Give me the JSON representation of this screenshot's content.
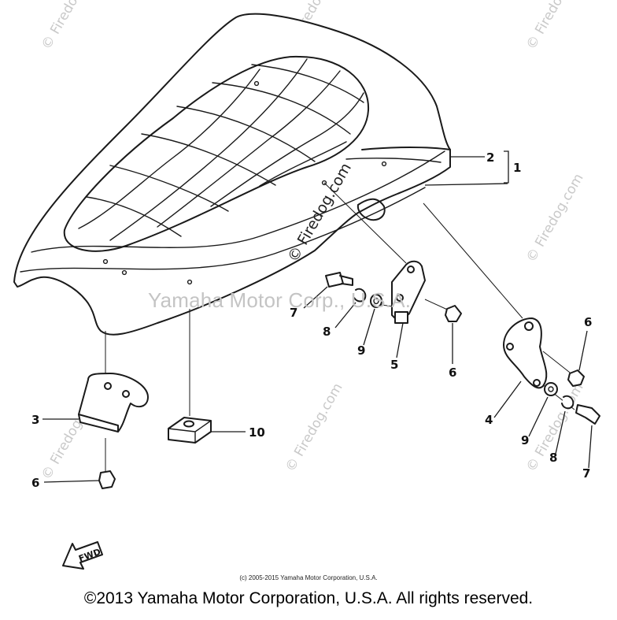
{
  "watermark": {
    "diagonal": "© Firedog.com",
    "center_big": "© Firedog.com",
    "maker": "Yamaha Motor Corp., U.S.A."
  },
  "callouts": [
    {
      "id": "c2",
      "text": "2"
    },
    {
      "id": "c1",
      "text": "1"
    },
    {
      "id": "c7a",
      "text": "7"
    },
    {
      "id": "c8a",
      "text": "8"
    },
    {
      "id": "c9a",
      "text": "9"
    },
    {
      "id": "c5",
      "text": "5"
    },
    {
      "id": "c6a",
      "text": "6"
    },
    {
      "id": "c6b",
      "text": "6"
    },
    {
      "id": "c4",
      "text": "4"
    },
    {
      "id": "c9b",
      "text": "9"
    },
    {
      "id": "c8b",
      "text": "8"
    },
    {
      "id": "c7b",
      "text": "7"
    },
    {
      "id": "c3",
      "text": "3"
    },
    {
      "id": "c10",
      "text": "10"
    },
    {
      "id": "c6c",
      "text": "6"
    }
  ],
  "fwd_label": "FWD",
  "copyright_small": "(c) 2005-2015 Yamaha Motor Corporation, U.S.A.",
  "copyright_main": "©2013 Yamaha Motor Corporation, U.S.A. All rights reserved."
}
